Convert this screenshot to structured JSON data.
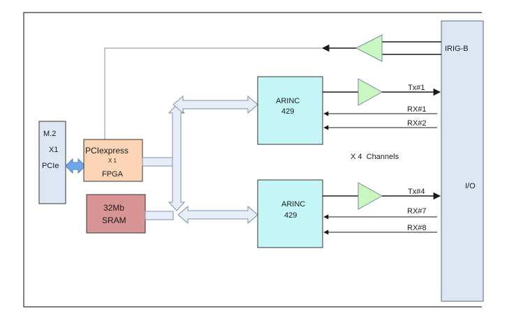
{
  "m2": {
    "line1": "M.2",
    "line2": "X1",
    "line3": "PCIe"
  },
  "fpga": {
    "line1": "PCIexpress",
    "line2": "X 1",
    "line3": "FPGA"
  },
  "sram": {
    "line1": "32Mb",
    "line2": "SRAM"
  },
  "arinc1": {
    "line1": "ARINC",
    "line2": "429"
  },
  "arinc2": {
    "line1": "ARINC",
    "line2": "429"
  },
  "io": {
    "label": "I/O",
    "irig_label": "IRIG-B"
  },
  "signals": {
    "tx1": "Tx#1",
    "rx1": "RX#1",
    "rx2": "RX#2",
    "tx4": "Tx#4",
    "rx7": "RX#7",
    "rx8": "RX#8"
  },
  "channels_note": "X 4  Channels",
  "colors": {
    "m2_fill": "#dde6f3",
    "fpga_fill": "#fbd5b5",
    "sram_fill": "#d99594",
    "arinc_fill": "#c4f5f7",
    "io_fill": "#dde6f3",
    "driver_fill": "#c9f7c0",
    "bus_fill": "#e8eef8",
    "line": "#1a1a1a",
    "bus_stroke": "#7f8fa9",
    "irig_line": "#8c8c8c"
  }
}
